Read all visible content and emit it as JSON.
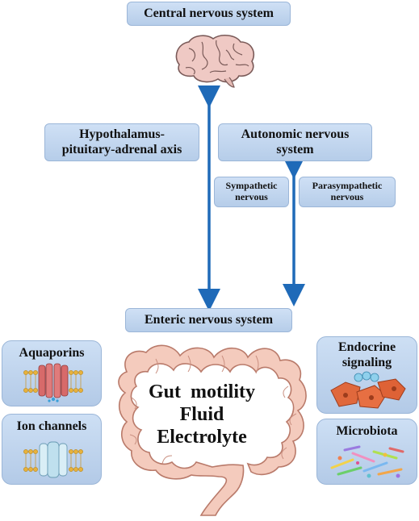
{
  "nodes": {
    "cns": "Central nervous system",
    "hpa_line1": "Hypothalamus-",
    "hpa_line2": "pituitary-adrenal axis",
    "ans_line1": "Autonomic nervous",
    "ans_line2": "system",
    "sym_line1": "Sympathetic",
    "sym_line2": "nervous",
    "para_line1": "Parasympathetic",
    "para_line2": "nervous",
    "ens": "Enteric nervous system"
  },
  "side_panels": {
    "aquaporins": "Aquaporins",
    "ion_channels": "Ion channels",
    "endocrine_line1": "Endocrine",
    "endocrine_line2": "signaling",
    "microbiota": "Microbiota"
  },
  "gut_labels": {
    "line1": "Gut  motility",
    "line2": "Fluid",
    "line3": "Electrolyte"
  },
  "colors": {
    "arrow": "#1f6ab8",
    "box_fill": "#c3d6ef",
    "box_border": "#9bb6d8",
    "gut_fill": "#f4cbbd",
    "gut_stroke": "#b97a6a",
    "brain_fill": "#efc9c4",
    "brain_stroke": "#7a5a58"
  },
  "icons": [
    "brain-icon",
    "intestine-icon",
    "aquaporin-membrane-icon",
    "ion-channel-membrane-icon",
    "endocrine-cells-icon",
    "microbiota-icon"
  ]
}
